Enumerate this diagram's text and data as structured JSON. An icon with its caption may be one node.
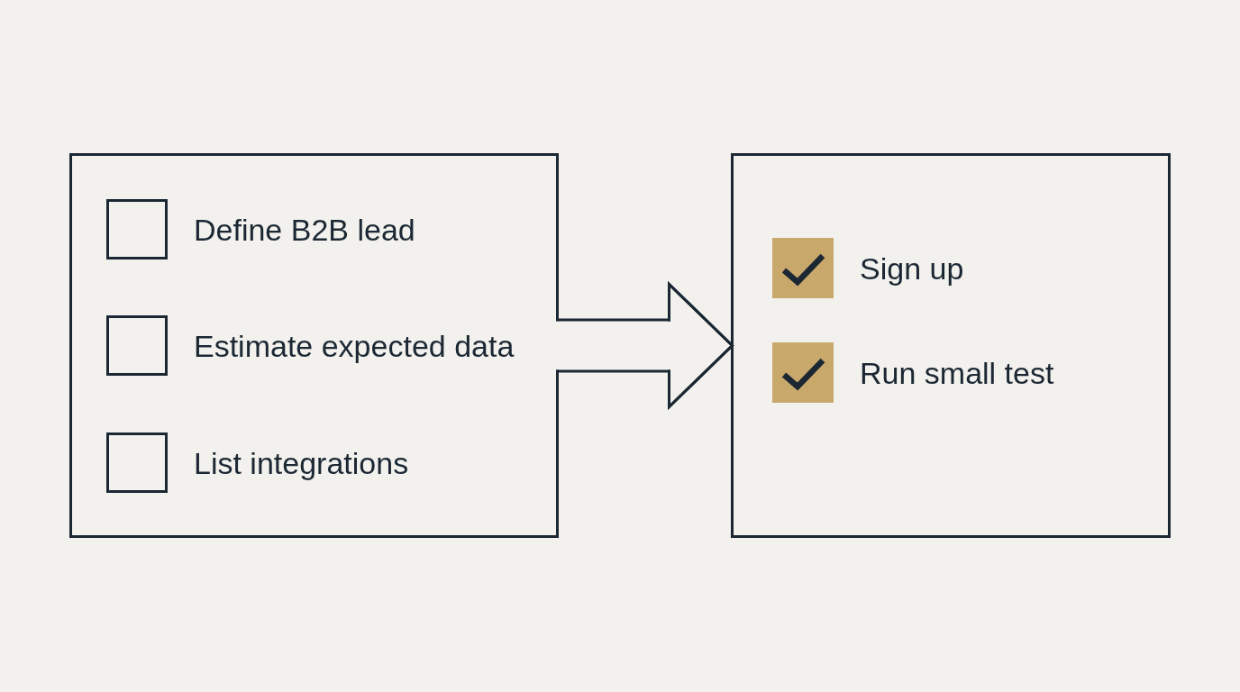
{
  "diagram": {
    "nodes": [
      {
        "text": [],
        "shape": "box"
      },
      {
        "text": [
          "Define B2B lead"
        ],
        "in": 0
      },
      {
        "text": [
          "Estimate expected data"
        ],
        "in": 0
      },
      {
        "text": [
          "List integrations"
        ],
        "in": 0
      },
      {
        "text": [],
        "shape": "box"
      },
      {
        "text": [
          "Sign up"
        ],
        "in": 4
      },
      {
        "text": [
          "Run small test"
        ],
        "in": 4
      }
    ],
    "edges": [
      {
        "from": 0,
        "to": 4,
        "arrow": "to"
      }
    ]
  }
}
